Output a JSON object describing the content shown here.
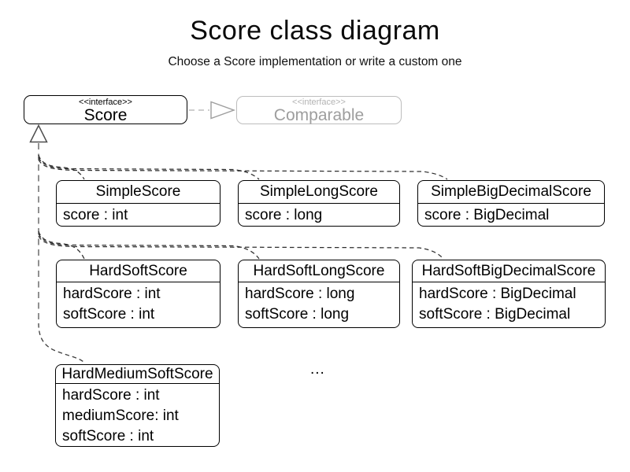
{
  "title": "Score class diagram",
  "subtitle": "Choose a Score implementation or write a custom one",
  "interfaces": {
    "score": {
      "stereotype": "<<interface>>",
      "name": "Score"
    },
    "comparable": {
      "stereotype": "<<interface>>",
      "name": "Comparable"
    }
  },
  "classes": [
    {
      "name": "SimpleScore",
      "attributes": [
        "score : int"
      ]
    },
    {
      "name": "SimpleLongScore",
      "attributes": [
        "score : long"
      ]
    },
    {
      "name": "SimpleBigDecimalScore",
      "attributes": [
        "score : BigDecimal"
      ]
    },
    {
      "name": "HardSoftScore",
      "attributes": [
        "hardScore : int",
        "softScore : int"
      ]
    },
    {
      "name": "HardSoftLongScore",
      "attributes": [
        "hardScore : long",
        "softScore : long"
      ]
    },
    {
      "name": "HardSoftBigDecimalScore",
      "attributes": [
        "hardScore : BigDecimal",
        "softScore : BigDecimal"
      ]
    },
    {
      "name": "HardMediumSoftScore",
      "attributes": [
        "hardScore : int",
        "mediumScore: int",
        "softScore : int"
      ]
    }
  ],
  "ellipsis": "...",
  "colors": {
    "box_border": "#000000",
    "muted_border": "#bdbdbd",
    "muted_text": "#9e9e9e",
    "connector_dark": "#2e2e2e",
    "trunk_gray": "#7d7d7d",
    "comparable_link_gray": "#c8c8c8"
  }
}
